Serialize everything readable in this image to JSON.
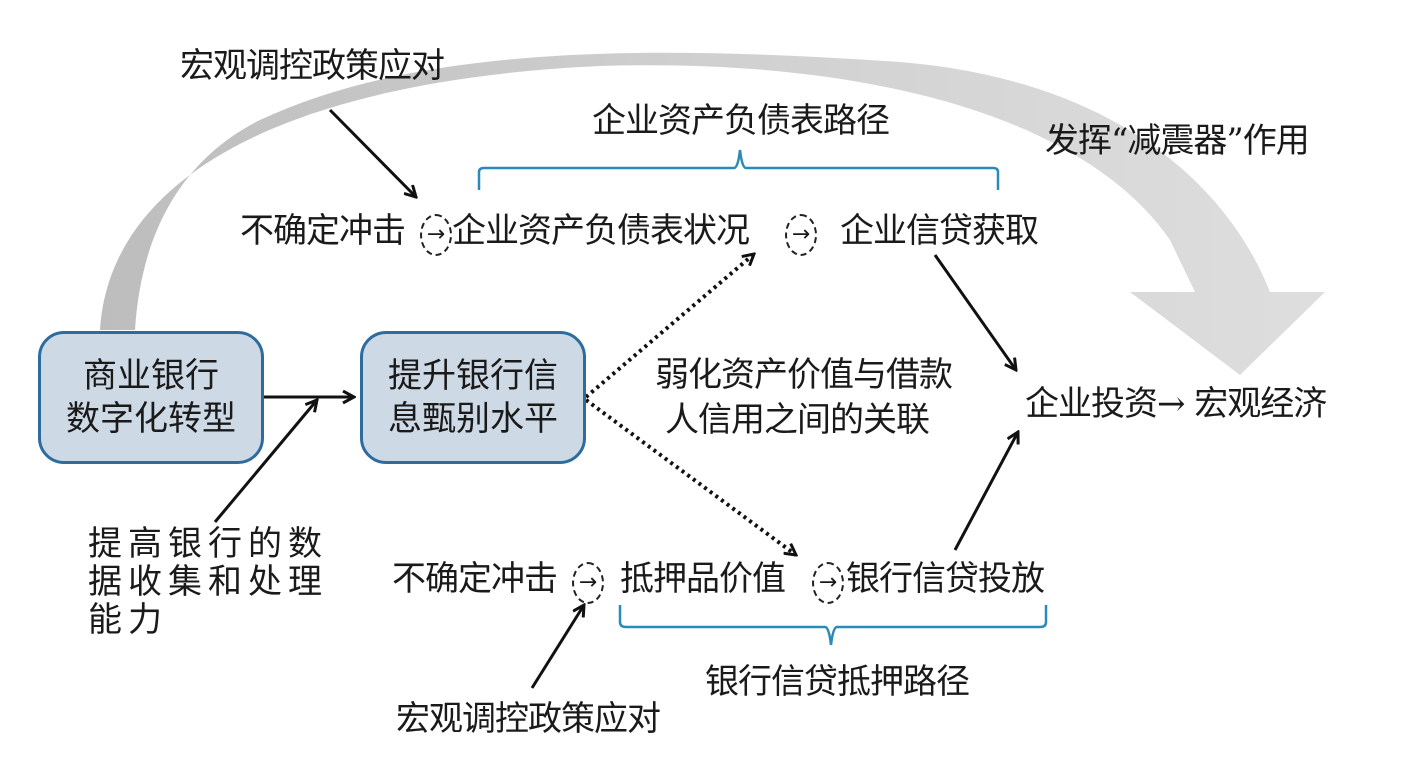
{
  "diagram": {
    "big_arrow_label": "发挥“减震器”作用",
    "boxes": {
      "digital_transformation": [
        "商业银行",
        "数字化转型"
      ],
      "info_screening": [
        "提升银行信",
        "息甄别水平"
      ]
    },
    "data_capability": "提高银行的数据收集和处理能力",
    "weaken_link": [
      "弱化资产价值与借款",
      "人信用之间的关联"
    ],
    "outcome": "企业投资→ 宏观经济",
    "top_path": {
      "policy": "宏观调控政策应对",
      "path_label": "企业资产负债表路径",
      "shock": "不确定冲击",
      "balance_sheet": "企业资产负债表状况",
      "credit_access": "企业信贷获取"
    },
    "bottom_path": {
      "policy": "宏观调控政策应对",
      "path_label": "银行信贷抵押路径",
      "shock": "不确定冲击",
      "collateral": "抵押品价值",
      "bank_lending": "银行信贷投放"
    },
    "mediator_symbol": "→",
    "colors": {
      "box_fill": "#cdd9e5",
      "box_border": "#2e6b9e",
      "bracket": "#2a8ab8",
      "big_arrow_dark": "#bdbdbd",
      "big_arrow_light": "#dedede"
    }
  }
}
